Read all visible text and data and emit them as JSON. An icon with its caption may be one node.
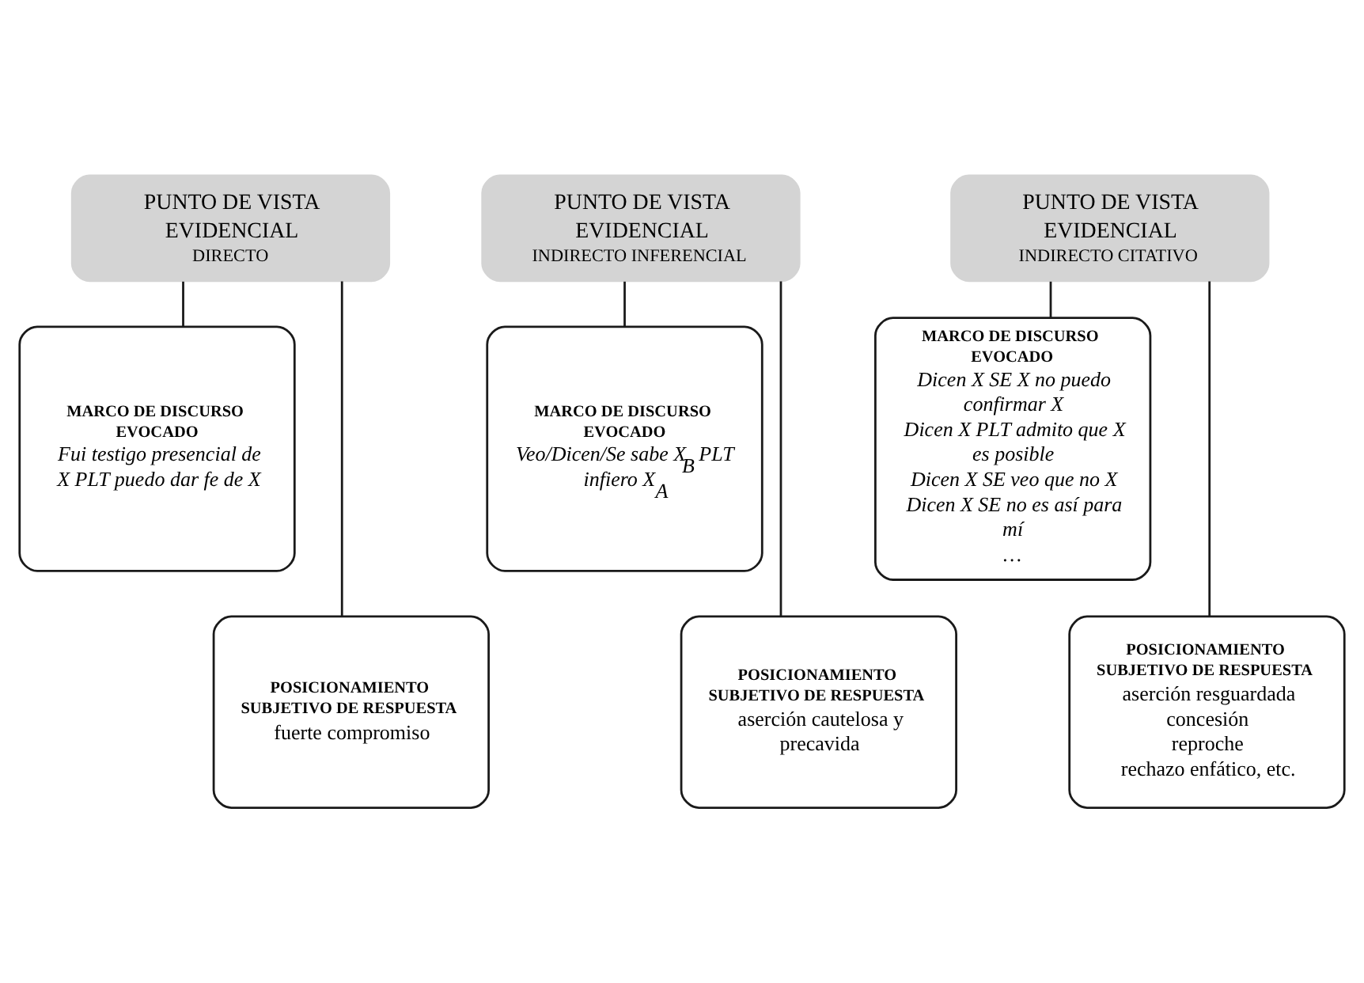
{
  "diagram": {
    "nodes": [
      {
        "text": [
          "PUNTO DE VISTA EVIDENCIAL",
          "DIRECTO"
        ]
      },
      {
        "text": [
          "MARCO DE DISCURSO EVOCADO",
          "Fui testigo presencial de X PLT puedo dar fe de X"
        ]
      },
      {
        "text": [
          "POSICIONAMIENTO SUBJETIVO DE RESPUESTA",
          "fuerte compromiso"
        ]
      },
      {
        "text": [
          "PUNTO DE VISTA EVIDENCIAL",
          "INDIRECTO INFERENCIAL"
        ]
      },
      {
        "text": [
          "MARCO DE DISCURSO EVOCADO",
          "Veo/Dicen/Se sabe X$_{B}$ PLT infiero X$_{A}$"
        ]
      },
      {
        "text": [
          "POSICIONAMIENTO SUBJETIVO DE RESPUESTA",
          "aserción cautelosa y precavida"
        ]
      },
      {
        "text": [
          "PUNTO DE VISTA EVIDENCIAL",
          "INDIRECTO CITATIVO"
        ]
      },
      {
        "text": [
          "MARCO DE DISCURSO EVOCADO",
          "Dicen X SE X no puedo confirmar X",
          "Dicen X PLT admito que X es posible",
          "Dicen X SE veo que no X",
          "Dicen X SE no es así para mí",
          "…"
        ]
      },
      {
        "text": [
          "POSICIONAMIENTO SUBJETIVO DE RESPUESTA",
          "aserción resguardada",
          "concesión",
          "reproche",
          "rechazo enfático, etc."
        ]
      }
    ],
    "edges": [
      {
        "from": 0,
        "to": 1,
        "arrow": "none"
      },
      {
        "from": 0,
        "to": 2,
        "arrow": "none"
      },
      {
        "from": 3,
        "to": 4,
        "arrow": "none"
      },
      {
        "from": 3,
        "to": 5,
        "arrow": "none"
      },
      {
        "from": 6,
        "to": 7,
        "arrow": "none"
      },
      {
        "from": 6,
        "to": 8,
        "arrow": "none"
      }
    ]
  }
}
